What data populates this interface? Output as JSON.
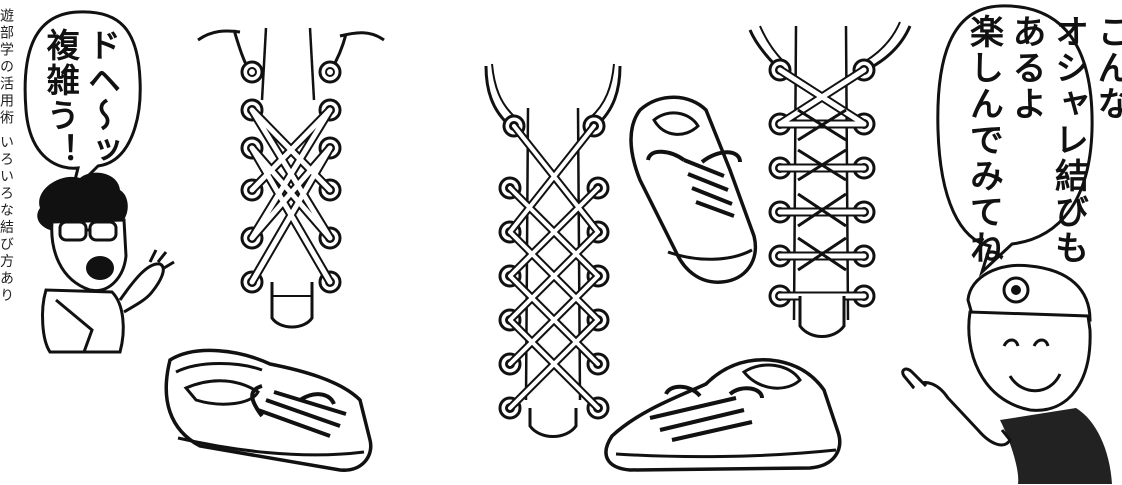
{
  "left_bubble": {
    "lines": [
      "ドヘ〜ッ",
      "複雑う！"
    ]
  },
  "right_bubble": {
    "lines": [
      "こんな",
      "オシャレ結びも",
      "あるよ",
      "楽しんでみてね"
    ]
  },
  "edge_text": "遊部学の活用術 いろいろな結び方あり",
  "icons": {
    "left_character": "surprised-man-icon",
    "right_character": "smiling-boy-icon",
    "shoes": "sneaker-icon",
    "laces": "shoelace-diagram-icon"
  }
}
